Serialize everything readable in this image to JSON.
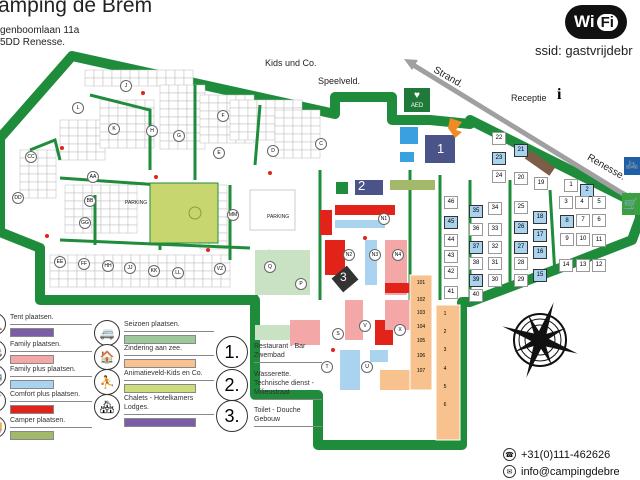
{
  "header": {
    "title": "amping de Brem",
    "address_line1": "genboomlaan 11a",
    "address_line2": "5DD Renesse."
  },
  "wifi": {
    "logo_text_wi": "Wi",
    "logo_text_fi": "Fi",
    "ssid": "ssid: gastvrijdebr"
  },
  "map_labels": {
    "kids": "Kids und Co.",
    "speelveld": "Speelveld.",
    "strand": "Strand.",
    "renesse": "Renesse.",
    "receptie": "Receptie",
    "info_icon": "i",
    "aed": "AED",
    "parking1": "PARKING",
    "parking2": "PARKING",
    "building1": "1",
    "building2": "2",
    "building3": "3"
  },
  "sections": [
    "L",
    "J",
    "K",
    "H",
    "G",
    "F",
    "E",
    "D",
    "C",
    "CC",
    "DD",
    "AA",
    "BB",
    "GG",
    "MM",
    "EE",
    "FF",
    "HH",
    "JJ",
    "KK",
    "LL",
    "VZ",
    "Q",
    "P",
    "N1",
    "N2",
    "N3",
    "N4",
    "S",
    "T",
    "U",
    "V",
    "X"
  ],
  "right_lots": [
    {
      "n": "22",
      "t": "w"
    },
    {
      "n": "23",
      "t": "b"
    },
    {
      "n": "21",
      "t": "b"
    },
    {
      "n": "24",
      "t": "w"
    },
    {
      "n": "20",
      "t": "w"
    },
    {
      "n": "19",
      "t": "w"
    },
    {
      "n": "1",
      "t": "w"
    },
    {
      "n": "2",
      "t": "b"
    },
    {
      "n": "3",
      "t": "w"
    },
    {
      "n": "4",
      "t": "w"
    },
    {
      "n": "5",
      "t": "w"
    },
    {
      "n": "6",
      "t": "w"
    },
    {
      "n": "7",
      "t": "w"
    },
    {
      "n": "8",
      "t": "b"
    },
    {
      "n": "9",
      "t": "w"
    },
    {
      "n": "10",
      "t": "w"
    },
    {
      "n": "11",
      "t": "w"
    },
    {
      "n": "12",
      "t": "w"
    },
    {
      "n": "13",
      "t": "w"
    },
    {
      "n": "14",
      "t": "w"
    },
    {
      "n": "46",
      "t": "w"
    },
    {
      "n": "45",
      "t": "b"
    },
    {
      "n": "44",
      "t": "w"
    },
    {
      "n": "43",
      "t": "w"
    },
    {
      "n": "42",
      "t": "w"
    },
    {
      "n": "41",
      "t": "w"
    },
    {
      "n": "35",
      "t": "b"
    },
    {
      "n": "36",
      "t": "w"
    },
    {
      "n": "37",
      "t": "b"
    },
    {
      "n": "38",
      "t": "w"
    },
    {
      "n": "39",
      "t": "b"
    },
    {
      "n": "40",
      "t": "w"
    },
    {
      "n": "34",
      "t": "w"
    },
    {
      "n": "33",
      "t": "w"
    },
    {
      "n": "32",
      "t": "w"
    },
    {
      "n": "31",
      "t": "w"
    },
    {
      "n": "30",
      "t": "w"
    },
    {
      "n": "25",
      "t": "w"
    },
    {
      "n": "26",
      "t": "b"
    },
    {
      "n": "27",
      "t": "b"
    },
    {
      "n": "28",
      "t": "w"
    },
    {
      "n": "29",
      "t": "w"
    },
    {
      "n": "18",
      "t": "b"
    },
    {
      "n": "17",
      "t": "b"
    },
    {
      "n": "16",
      "t": "b"
    },
    {
      "n": "15",
      "t": "b"
    }
  ],
  "peach_lots": [
    "101",
    "102",
    "103",
    "104",
    "105",
    "106",
    "107",
    "1",
    "2",
    "3",
    "4",
    "5",
    "6"
  ],
  "legend": [
    {
      "label": "Tent plaatsen.",
      "color": "#7b5ea7",
      "icon": "tent-icon",
      "glyph": "⛺"
    },
    {
      "label": "Family plaatsen.",
      "color": "#f4a7a7",
      "icon": "caravan-icon",
      "glyph": "🚐"
    },
    {
      "label": "Family plus plaatsen.",
      "color": "#a9d3ee",
      "icon": "caravan-plus-icon",
      "glyph": "🚌"
    },
    {
      "label": "Comfort plus plaatsen.",
      "color": "#e2231a",
      "icon": "shower-icon",
      "glyph": "🚿"
    },
    {
      "label": "Camper plaatsen.",
      "color": "#a4b86a",
      "icon": "camper-icon",
      "glyph": "🚚"
    },
    {
      "label": "Seizoen plaatsen.",
      "color": "#9cc89a",
      "icon": "season-caravan-icon",
      "glyph": "🚐"
    },
    {
      "label": "Zindering aan zee.",
      "color": "#f7c28e",
      "icon": "house-icon",
      "glyph": "🏠"
    },
    {
      "label": "Animatieveld-Kids en Co.",
      "color": "#cfdc7c",
      "icon": "playground-icon",
      "glyph": "⛹"
    },
    {
      "label": "Chalets - Hotelkamers Lodges.",
      "color": "#7b5ea7",
      "icon": "chalet-icon",
      "glyph": "🏘"
    }
  ],
  "facilities": [
    {
      "num": "1.",
      "text": "Restaurant - Bar Zwembad"
    },
    {
      "num": "2.",
      "text": "Wasserette. Technische dienst - Milieustraat"
    },
    {
      "num": "3.",
      "text": "Toilet - Douche Gebouw"
    }
  ],
  "contact": {
    "phone": "+31(0)111-462626",
    "email": "info@campingdebre"
  },
  "colors": {
    "green": "#1f8c3b",
    "road": "#a0a0a0"
  }
}
